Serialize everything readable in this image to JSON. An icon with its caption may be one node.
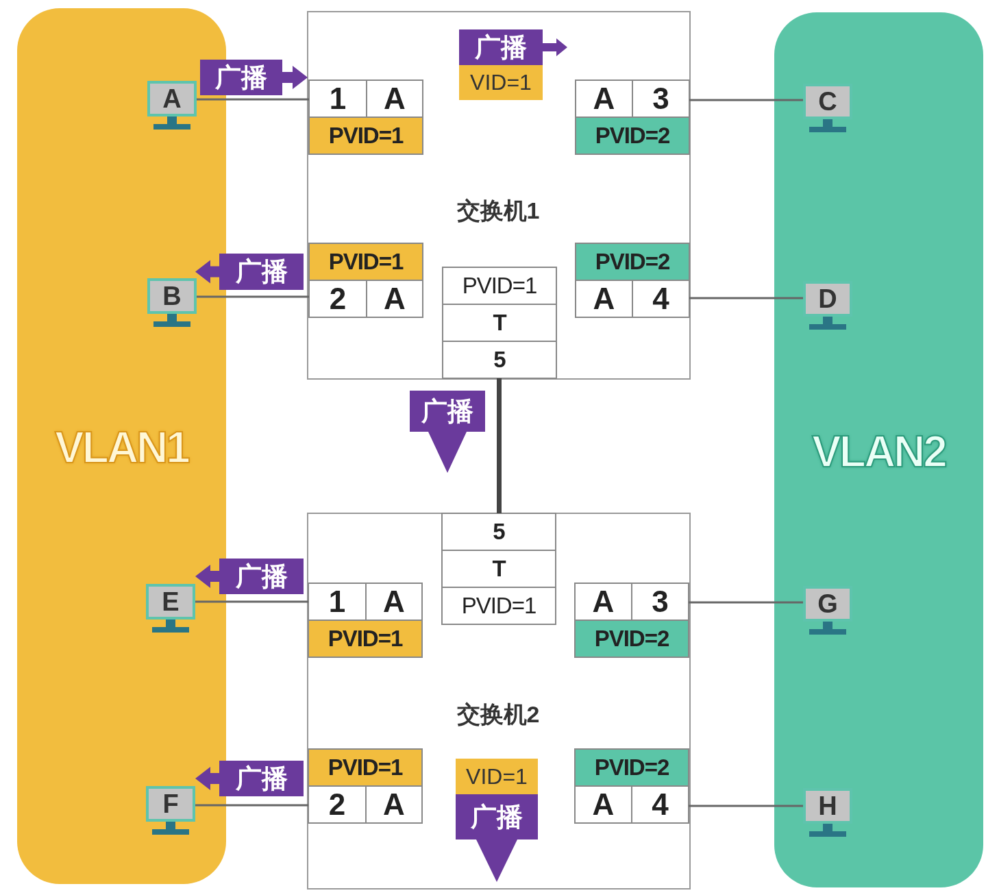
{
  "diagram": {
    "nodes": [
      {
        "text": [
          "VLAN1"
        ]
      },
      {
        "text": [
          "交换机1"
        ]
      },
      {
        "text": [
          "VLAN2"
        ]
      },
      {
        "text": [
          "广播",
          "VID=1"
        ],
        "in": 1
      },
      {
        "text": [
          "A"
        ],
        "in": 0
      },
      {
        "text": [
          "1",
          "A",
          "PVID=1"
        ],
        "in": 1
      },
      {
        "text": [
          "A",
          "3",
          "PVID=2"
        ],
        "in": 1
      },
      {
        "text": [
          "C"
        ],
        "in": 2
      },
      {
        "text": [
          "B"
        ],
        "in": 0
      },
      {
        "text": [
          "PVID=1",
          "2",
          "A"
        ],
        "in": 1
      },
      {
        "text": [
          "PVID=1",
          "T",
          "5"
        ],
        "in": 1
      },
      {
        "text": [
          "PVID=2",
          "A",
          "4"
        ],
        "in": 1
      },
      {
        "text": [
          "D"
        ],
        "in": 2
      },
      {
        "text": [
          "交换机2"
        ]
      },
      {
        "text": [
          "5",
          "T",
          "PVID=1"
        ],
        "in": 13
      },
      {
        "text": [
          "E"
        ],
        "in": 0
      },
      {
        "text": [
          "1",
          "A",
          "PVID=1"
        ],
        "in": 13
      },
      {
        "text": [
          "A",
          "3",
          "PVID=2"
        ],
        "in": 13
      },
      {
        "text": [
          "G"
        ],
        "in": 2
      },
      {
        "text": [
          "F"
        ],
        "in": 0
      },
      {
        "text": [
          "PVID=1",
          "2",
          "A"
        ],
        "in": 13
      },
      {
        "text": [
          "VID=1",
          "广播"
        ],
        "in": 13
      },
      {
        "text": [
          "PVID=2",
          "A",
          "4"
        ],
        "in": 13
      },
      {
        "text": [
          "H"
        ],
        "in": 2
      }
    ],
    "edges": [
      {
        "from": 4,
        "to": 5,
        "arrow": "none",
        "label": "广播"
      },
      {
        "from": 6,
        "to": 7,
        "arrow": "none"
      },
      {
        "from": 8,
        "to": 9,
        "arrow": "none",
        "label": "广播"
      },
      {
        "from": 11,
        "to": 12,
        "arrow": "none"
      },
      {
        "from": 10,
        "to": 14,
        "arrow": "none",
        "style": "thick",
        "label": "广播"
      },
      {
        "from": 15,
        "to": 16,
        "arrow": "none",
        "label": "广播"
      },
      {
        "from": 17,
        "to": 18,
        "arrow": "none"
      },
      {
        "from": 19,
        "to": 20,
        "arrow": "none",
        "label": "广播"
      },
      {
        "from": 22,
        "to": 23,
        "arrow": "none"
      }
    ]
  }
}
